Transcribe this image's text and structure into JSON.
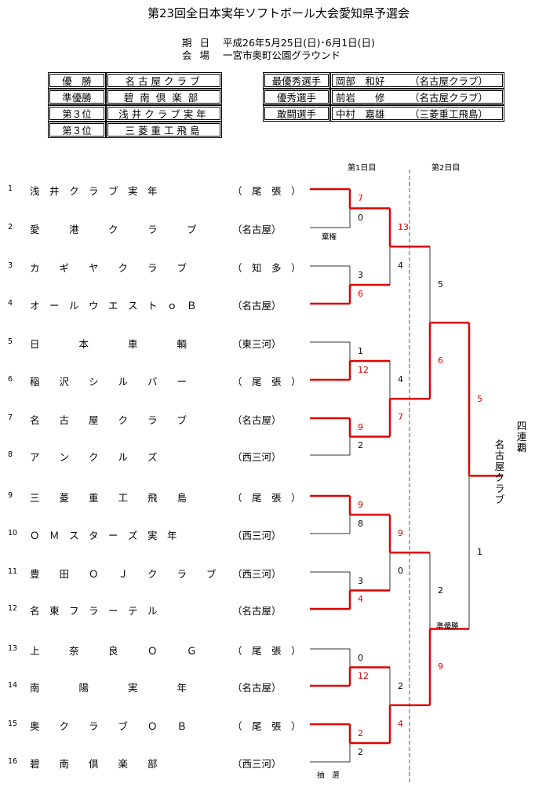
{
  "title": "第23回全日本実年ソフトボール大会愛知県予選会",
  "info": {
    "date_label": "期 日",
    "date_value": "平成26年5月25日(日)･6月1日(日)",
    "venue_label": "会 場",
    "venue_value": "一宮市奥町公園グラウンド"
  },
  "results_table": [
    {
      "rank": "優　勝",
      "team": "名古屋クラブ"
    },
    {
      "rank": "準優勝",
      "team": "碧南倶楽部"
    },
    {
      "rank": "第３位",
      "team": "浅井クラブ実年"
    },
    {
      "rank": "第３位",
      "team": "三菱重工飛島"
    }
  ],
  "awards_table": [
    {
      "award": "最優秀選手",
      "name": "岡部　和好",
      "team": "（名古屋クラブ）"
    },
    {
      "award": "優秀選手",
      "name": "前岩　　修",
      "team": "（名古屋クラブ）"
    },
    {
      "award": "敢闘選手",
      "name": "中村　嘉雄",
      "team": "（三菱重工飛島）"
    }
  ],
  "day_labels": [
    "第1日目",
    "第2日目"
  ],
  "teams": [
    {
      "num": "1",
      "name": "浅　井　ク　ラ　ブ　実　年",
      "region": "（　尾　張　）"
    },
    {
      "num": "2",
      "name": "愛　　　港　　　ク　　　ラ　　　ブ",
      "region": "（名古屋）"
    },
    {
      "num": "3",
      "name": "カ　　ギ　　ヤ　　ク　　ラ　　ブ",
      "region": "（　知　多　）"
    },
    {
      "num": "4",
      "name": "オ　ー　ル　ウ　エ　ス　ト　ｏ　Ｂ",
      "region": "（名古屋）"
    },
    {
      "num": "5",
      "name": "日　　　　本　　　　車　　　　輌",
      "region": "（東三河）"
    },
    {
      "num": "6",
      "name": "稲　　沢　　シ　　ル　　バ　　ー",
      "region": "（　尾　張　）"
    },
    {
      "num": "7",
      "name": "名　　古　　屋　　ク　　ラ　　ブ",
      "region": "（名古屋）"
    },
    {
      "num": "8",
      "name": "ア　　ン　　ク　　ル　　ズ",
      "region": "（西三河）"
    },
    {
      "num": "9",
      "name": "三　　菱　　重　　工　　飛　　島",
      "region": "（　尾　張　）"
    },
    {
      "num": "10",
      "name": "Ｏ　Ｍ　ス　タ　ー　ズ　実　年",
      "region": "（西三河）"
    },
    {
      "num": "11",
      "name": "豊　　田　　Ｏ　　Ｊ　　ク　　ラ　　ブ",
      "region": "（西三河）"
    },
    {
      "num": "12",
      "name": "名　東　フ　ラ　ー　テ　ル",
      "region": "（名古屋）"
    },
    {
      "num": "13",
      "name": "上　　　奈　　　良　　　Ｏ　　　Ｇ",
      "region": "（　尾　張　）"
    },
    {
      "num": "14",
      "name": "南　　　　陽　　　　実　　　　年",
      "region": "（名古屋）"
    },
    {
      "num": "15",
      "name": "奥　　ク　　ラ　　ブ　　Ｏ　　Ｂ",
      "region": "（　尾　張　）"
    },
    {
      "num": "16",
      "name": "碧　　南　　倶　　楽　　部",
      "region": "（西三河）"
    }
  ],
  "scores": {
    "r1": [
      "7",
      "0",
      "3",
      "6",
      "1",
      "12",
      "9",
      "2",
      "9",
      "8",
      "3",
      "4",
      "0",
      "12",
      "2",
      "2"
    ],
    "r2": [
      "13",
      "4",
      "4",
      "7",
      "9",
      "0",
      "2",
      "4"
    ],
    "r3": [
      "5",
      "6",
      "2",
      "9"
    ],
    "final": [
      "5",
      "1"
    ]
  },
  "notes": {
    "forfeit": "棄権",
    "lottery": "抽　選",
    "runner_up": "準優勝"
  },
  "champion": {
    "name": "名古屋クラブ",
    "achievement": "四連覇"
  }
}
